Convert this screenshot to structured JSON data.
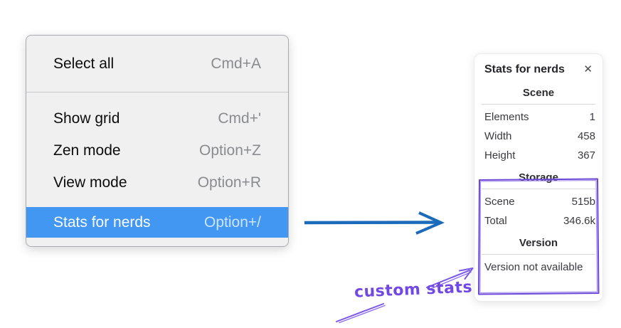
{
  "context_menu": {
    "items": [
      {
        "label": "Select all",
        "shortcut": "Cmd+A",
        "selected": false
      },
      {
        "label": "Show grid",
        "shortcut": "Cmd+'",
        "selected": false
      },
      {
        "label": "Zen mode",
        "shortcut": "Option+Z",
        "selected": false
      },
      {
        "label": "View mode",
        "shortcut": "Option+R",
        "selected": false
      },
      {
        "label": "Stats for nerds",
        "shortcut": "Option+/",
        "selected": true
      }
    ]
  },
  "stats_panel": {
    "title": "Stats for nerds",
    "close_icon": "✕",
    "sections": [
      {
        "heading": "Scene",
        "rows": [
          [
            "Elements",
            "1"
          ],
          [
            "Width",
            "458"
          ],
          [
            "Height",
            "367"
          ]
        ]
      },
      {
        "heading": "Storage",
        "rows": [
          [
            "Scene",
            "515b"
          ],
          [
            "Total",
            "346.6k"
          ]
        ]
      },
      {
        "heading": "Version",
        "rows": [],
        "note": "Version not available"
      }
    ]
  },
  "annotation": {
    "label": "custom stats"
  },
  "colors": {
    "menu_highlight": "#4197f2",
    "menu_background": "#f0f0f1",
    "arrow_blue": "#1c6bbb",
    "annotation_purple": "#7148e3",
    "box_purple": "#6b48d8"
  }
}
